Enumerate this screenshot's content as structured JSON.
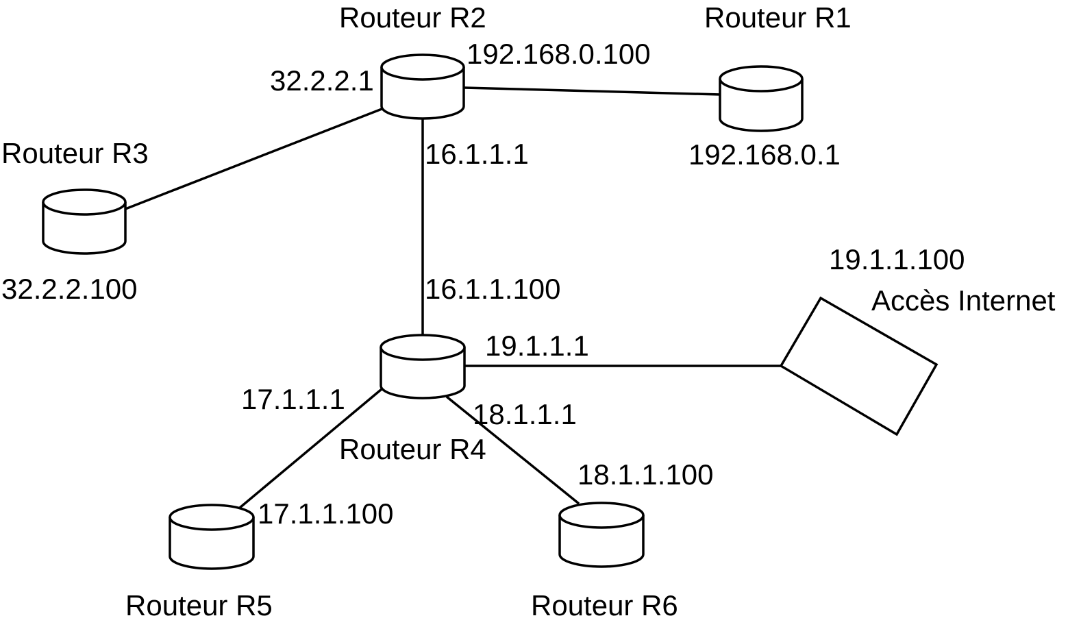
{
  "routers": {
    "r1": {
      "label": "Routeur R1",
      "ip": "192.168.0.1"
    },
    "r2": {
      "label": "Routeur R2",
      "ip_left": "32.2.2.1",
      "ip_right": "192.168.0.100",
      "ip_bottom": "16.1.1.1"
    },
    "r3": {
      "label": "Routeur R3",
      "ip": "32.2.2.100"
    },
    "r4": {
      "label": "Routeur R4",
      "ip_top": "16.1.1.100",
      "ip_right": "19.1.1.1",
      "ip_left": "17.1.1.1",
      "ip_lower_right": "18.1.1.1"
    },
    "r5": {
      "label": "Routeur R5",
      "ip": "17.1.1.100"
    },
    "r6": {
      "label": "Routeur R6",
      "ip": "18.1.1.100"
    }
  },
  "internet": {
    "label": "Accès Internet",
    "ip": "19.1.1.100"
  }
}
